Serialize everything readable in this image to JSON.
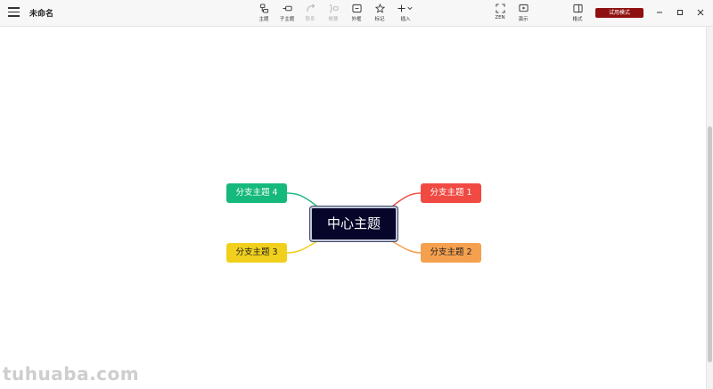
{
  "window": {
    "title": "未命名"
  },
  "toolbar": {
    "topic": "主题",
    "subtopic": "子主题",
    "relation": "联系",
    "summary": "概要",
    "boundary": "外框",
    "marker": "标记",
    "insert": "插入",
    "zen": "ZEN",
    "present": "演示",
    "format": "格式",
    "trial": "试用模式"
  },
  "mindmap": {
    "central": "中心主题",
    "branch1": "分支主题 1",
    "branch2": "分支主题 2",
    "branch3": "分支主题 3",
    "branch4": "分支主题 4"
  },
  "watermark": "tuhuaba.com",
  "colors": {
    "central_bg": "#07062a",
    "branch1": "#f04a43",
    "branch2": "#f5a04f",
    "branch3": "#f1d01d",
    "branch4": "#16b97c",
    "trial_button": "#8f1010"
  }
}
